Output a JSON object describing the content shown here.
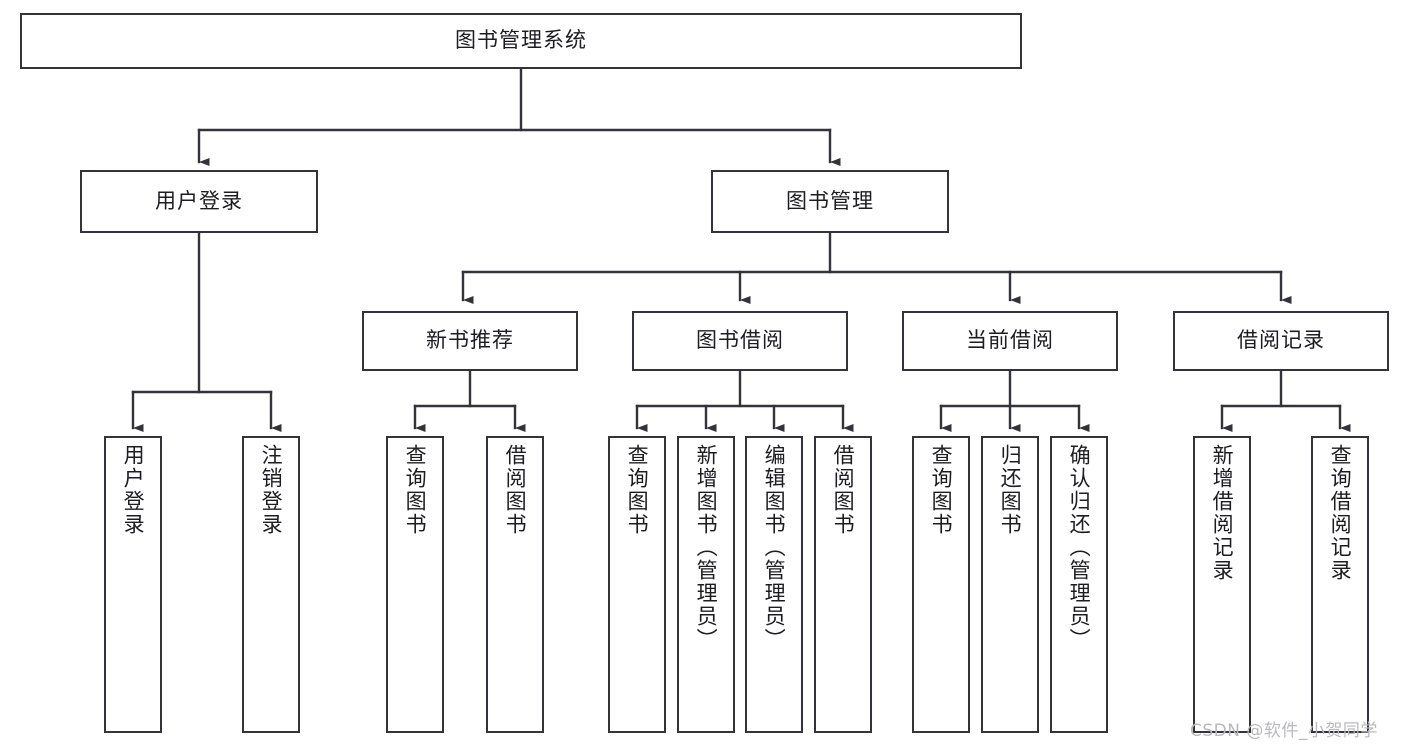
{
  "diagram": {
    "type": "tree",
    "title": "图书管理系统",
    "watermark": "CSDN @软件_小贺同学",
    "colors": {
      "box_border": "#33333a",
      "box_fill": "#ffffff",
      "connector": "#33333a",
      "text": "#1c1c22",
      "watermark": "#b9b9bd"
    },
    "root": {
      "label": "图书管理系统"
    },
    "level2": [
      {
        "label": "用户登录"
      },
      {
        "label": "图书管理"
      }
    ],
    "level3": [
      {
        "label": "新书推荐"
      },
      {
        "label": "图书借阅"
      },
      {
        "label": "当前借阅"
      },
      {
        "label": "借阅记录"
      }
    ],
    "leaves": {
      "user_login": [
        {
          "label": "用户登录"
        },
        {
          "label": "注销登录"
        }
      ],
      "new_book_recommend": [
        {
          "label": "查询图书"
        },
        {
          "label": "借阅图书"
        }
      ],
      "book_borrow": [
        {
          "label": "查询图书"
        },
        {
          "label": "新增图书（管理员）"
        },
        {
          "label": "编辑图书（管理员）"
        },
        {
          "label": "借阅图书"
        }
      ],
      "current_borrow": [
        {
          "label": "查询图书"
        },
        {
          "label": "归还图书"
        },
        {
          "label": "确认归还（管理员）"
        }
      ],
      "borrow_record": [
        {
          "label": "新增借阅记录"
        },
        {
          "label": "查询借阅记录"
        }
      ]
    }
  }
}
